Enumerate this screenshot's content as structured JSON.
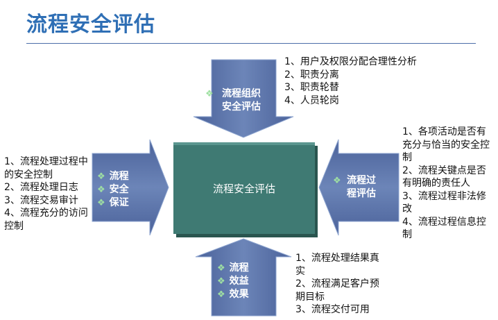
{
  "title": "流程安全评估",
  "center_label": "流程安全评估",
  "top_arrow": {
    "bullet": "❖",
    "lines": [
      "流程组织",
      "安全评估"
    ],
    "items": [
      "1、用户及权限分配合理性分析",
      "2、职责分离",
      "3、职责轮替",
      "4、人员轮岗"
    ]
  },
  "left_arrow": {
    "bullets": [
      "❖",
      "❖",
      "❖"
    ],
    "lines": [
      "流程",
      "安全",
      "保证"
    ],
    "items": [
      "1、流程处理过程中的安全控制",
      "2、流程处理日志",
      "3、流程交易审计",
      "4、流程充分的访问控制"
    ]
  },
  "right_arrow": {
    "bullet": "❖",
    "lines": [
      "流程过",
      "程评估"
    ],
    "items": [
      "1、各项活动是否有充分与恰当的安全控制",
      "2、流程关键点是否有明确的责任人",
      "3、流程过程非法修改",
      "4、流程过程信息控制"
    ]
  },
  "bottom_arrow": {
    "bullets": [
      "❖",
      "❖",
      "❖"
    ],
    "lines": [
      "流程",
      "效益",
      "效果"
    ],
    "items": [
      "1、流程处理结果真实",
      "2、流程满足客户预期目标",
      "3、流程交付可用"
    ]
  },
  "colors": {
    "title": "#2f6fb5",
    "arrow_fill": "#5b74a6",
    "arrow_light": "#7f96c4",
    "center_fill": "#3f7a73",
    "bullet": "#9fe0a2"
  }
}
